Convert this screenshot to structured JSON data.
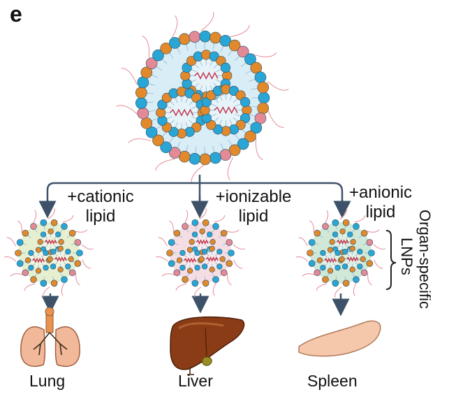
{
  "panel_label": "e",
  "branches": [
    {
      "modifier_line1": "+cationic",
      "modifier_line2": "lipid",
      "organ": "Lung"
    },
    {
      "modifier_line1": "+ionizable",
      "modifier_line2": "lipid",
      "organ": "Liver"
    },
    {
      "modifier_line1": "+anionic",
      "modifier_line2": "lipid",
      "organ": "Spleen"
    }
  ],
  "side_label_line1": "Organ-specific",
  "side_label_line2": "LNPs",
  "colors": {
    "lipid_blue": "#2aa6d6",
    "lipid_orange": "#e28a2b",
    "lipid_pink": "#e38a96",
    "core_fill": "#d9edf6",
    "arrow": "#3d5268",
    "lung": "#f2b89a",
    "liver": "#8a3c16",
    "spleen": "#f5c7ab"
  },
  "icons": [
    "lnp-icon",
    "lung-icon",
    "liver-icon",
    "spleen-icon",
    "curly-brace-icon",
    "arrow-icon"
  ]
}
